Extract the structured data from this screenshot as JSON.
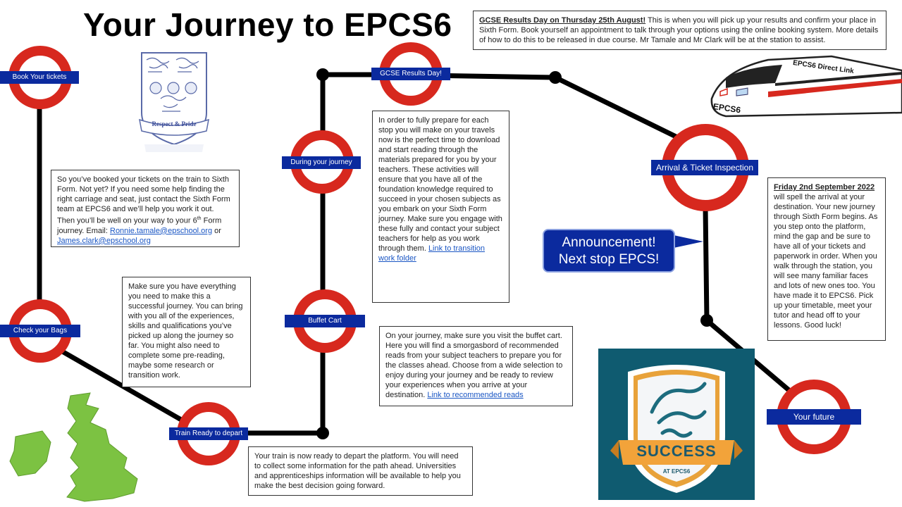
{
  "title": "Your Journey to EPCS6",
  "crest": {
    "motto": "Respect & Pride"
  },
  "train": {
    "banner": "EPCS6 Direct Link",
    "tag": "EPCS6"
  },
  "stations": {
    "book": "Book Your tickets",
    "bags": "Check your Bags",
    "depart": "Train Ready to depart",
    "journey": "During your journey",
    "buffet": "Buffet Cart",
    "results": "GCSE Results Day!",
    "arrival": "Arrival & Ticket Inspection",
    "future": "Your future"
  },
  "results_box": {
    "heading": "GCSE Results Day on Thursday 25th August!",
    "text": " This is when you will pick up your results and confirm your place in Sixth Form. Book yourself an appointment  to talk through your options using the online booking system. More details of how to do this to be released in due course. Mr Tamale and Mr Clark will be at the station to assist."
  },
  "tickets_box": {
    "text1": "So you’ve booked your tickets on the train to Sixth Form. Not yet? If you need some help finding the right carriage and seat, just contact the Sixth Form team at EPCS6 and we’ll help you work it out. Then you’ll be well on your way to your 6",
    "sup": "th",
    "text2": " Form journey. Email: ",
    "email1": "Ronnie.tamale@epschool.org",
    "or": " or ",
    "email2": "James.clark@epschool.org"
  },
  "bags_box": {
    "text": "Make sure you have everything you need to make this a successful journey. You can bring with you all of the experiences, skills and qualifications you’ve picked up along the journey so far. You might also need to complete some pre-reading, maybe some research or transition work."
  },
  "journey_box": {
    "text": "In order to fully prepare for each stop you will make on your travels now is the perfect time to download and start reading through the materials prepared for you by your teachers. These activities will ensure that you have all of the foundation knowledge required to succeed in your chosen subjects as you embark on your Sixth Form journey. Make sure you engage with these fully and contact your subject teachers for help as you work through them. ",
    "link": "Link to transition work folder"
  },
  "buffet_box": {
    "text": "On your journey, make sure you visit the buffet cart. Here you will find a smorgasbord of recommended reads from your subject teachers to prepare you for the classes ahead. Choose from a wide selection to enjoy during your journey and be ready to review your experiences when you arrive at your destination. ",
    "link": " Link to recommended reads"
  },
  "depart_box": {
    "text": "Your train is now ready to depart the platform. You will need to collect some information for the path ahead. Universities and apprenticeships information will be available to help you make the best decision going forward."
  },
  "arrival_box": {
    "heading": "Friday 2nd  September 2022",
    "text": "  will spell the arrival at your destination. Your new journey through Sixth Form begins. As you step onto the platform, mind the gap and be sure to have all of your tickets and paperwork in order. When you walk through the station, you will see many familiar faces and lots of new ones too. You have made it to EPCS6. Pick up your timetable, meet your tutor and head off to your lessons. Good luck!"
  },
  "announcement": {
    "line1": "Announcement!",
    "line2": "Next stop EPCS!"
  },
  "success": {
    "word": "SUCCESS",
    "sub": "AT EPCS6"
  },
  "colors": {
    "roundel": "#d7281e",
    "label": "#0b2a9e",
    "track": "#000000",
    "success_bg": "#0f5b70",
    "uk": "#7cc242"
  }
}
